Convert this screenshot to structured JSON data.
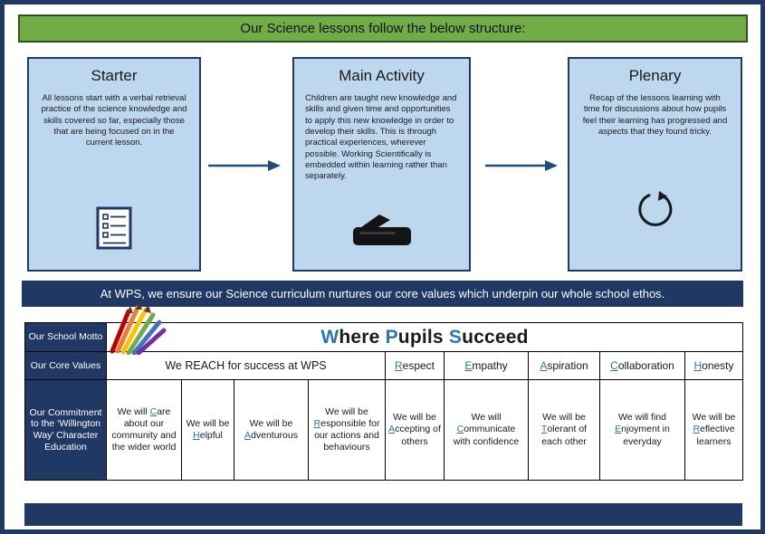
{
  "banner": {
    "title": "Our Science lessons follow the below structure:"
  },
  "boxes": {
    "starter": {
      "title": "Starter",
      "body": "All lessons start with a verbal retrieval practice of the science knowledge and skills covered so far, especially those that are being focused on in the current lesson.",
      "icon": "checklist-icon"
    },
    "main_activity": {
      "title": "Main Activity",
      "body": "Children are taught new knowledge and skills and given time and opportunities to apply this new knowledge in order to develop their skills. This is through practical experiences, wherever possible. Working Scientifically is embedded within learning rather than separately.",
      "icon": "hands-on-icon"
    },
    "plenary": {
      "title": "Plenary",
      "body": "Recap of the lessons learning with time for discussions about how pupils feel their learning has progressed and aspects that they found tricky.",
      "icon": "refresh-icon"
    }
  },
  "values_banner": "At WPS, we ensure our Science curriculum nurtures our core values which underpin our whole school ethos.",
  "table": {
    "row_headers": {
      "motto": "Our School Motto",
      "core_values": "Our Core Values",
      "commitment": "Our Commitment to the ‘Willington Way’ Character Education"
    },
    "motto": {
      "seg0": "W",
      "seg1": "here ",
      "seg2": "P",
      "seg3": "upils ",
      "seg4": "S",
      "seg5": "ucceed"
    },
    "reach_statement": "We REACH for success at WPS",
    "core_values": [
      {
        "letter": "R",
        "rest": "espect"
      },
      {
        "letter": "E",
        "rest": "mpathy"
      },
      {
        "letter": "A",
        "rest": "spiration"
      },
      {
        "letter": "C",
        "rest": "ollaboration"
      },
      {
        "letter": "H",
        "rest": "onesty"
      }
    ],
    "commitments": [
      {
        "pre": "We will ",
        "letter": "C",
        "rest": "are about our community and the wider world"
      },
      {
        "pre": "We will be ",
        "letter": "H",
        "rest": "elpful"
      },
      {
        "pre": "We will be ",
        "letter": "A",
        "rest": "dventurous"
      },
      {
        "pre": "We will be ",
        "letter": "R",
        "rest": "esponsible for our actions and behaviours"
      },
      {
        "pre": "We will be ",
        "letter": "A",
        "rest": "ccepting of others"
      },
      {
        "pre": "We will ",
        "letter": "C",
        "rest": "ommunicate with confidence"
      },
      {
        "pre": "We will be ",
        "letter": "T",
        "rest": "olerant of each other"
      },
      {
        "pre": "We will find ",
        "letter": "E",
        "rest": "njoyment in everyday"
      },
      {
        "pre": "We will be ",
        "letter": "R",
        "rest": "eflective learners"
      }
    ]
  },
  "colors": {
    "navy": "#203864",
    "border_navy": "#1f3864",
    "green": "#70ad47",
    "light_blue": "#bdd7ee",
    "blue_letter": "#2e74b5"
  }
}
